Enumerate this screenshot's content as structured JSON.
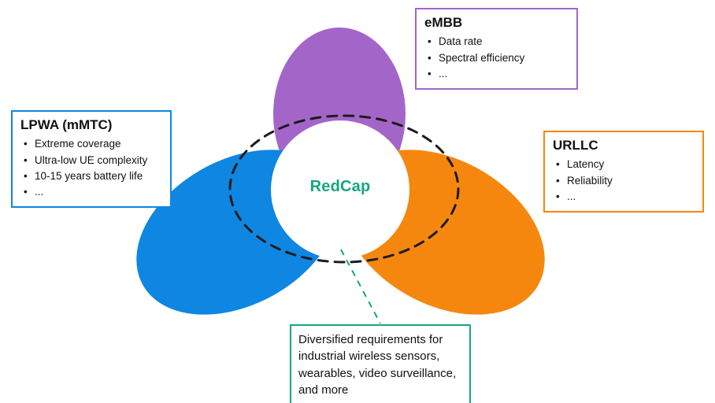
{
  "diagram": {
    "center_label": "RedCap",
    "colors": {
      "purple": "#a465c9",
      "blue": "#0e86e2",
      "orange": "#f5870f",
      "green": "#14a87d",
      "outline": "#1b1b1b"
    },
    "boxes": {
      "embb": {
        "title": "eMBB",
        "items": [
          "Data rate",
          "Spectral efficiency",
          "..."
        ]
      },
      "lpwa": {
        "title": "LPWA (mMTC)",
        "items": [
          "Extreme coverage",
          "Ultra-low UE complexity",
          "10-15 years battery life",
          "..."
        ]
      },
      "urllc": {
        "title": "URLLC",
        "items": [
          "Latency",
          "Reliability",
          "..."
        ]
      },
      "note": {
        "text": "Diversified requirements for industrial wireless sensors, wearables, video surveillance, and more"
      }
    }
  }
}
